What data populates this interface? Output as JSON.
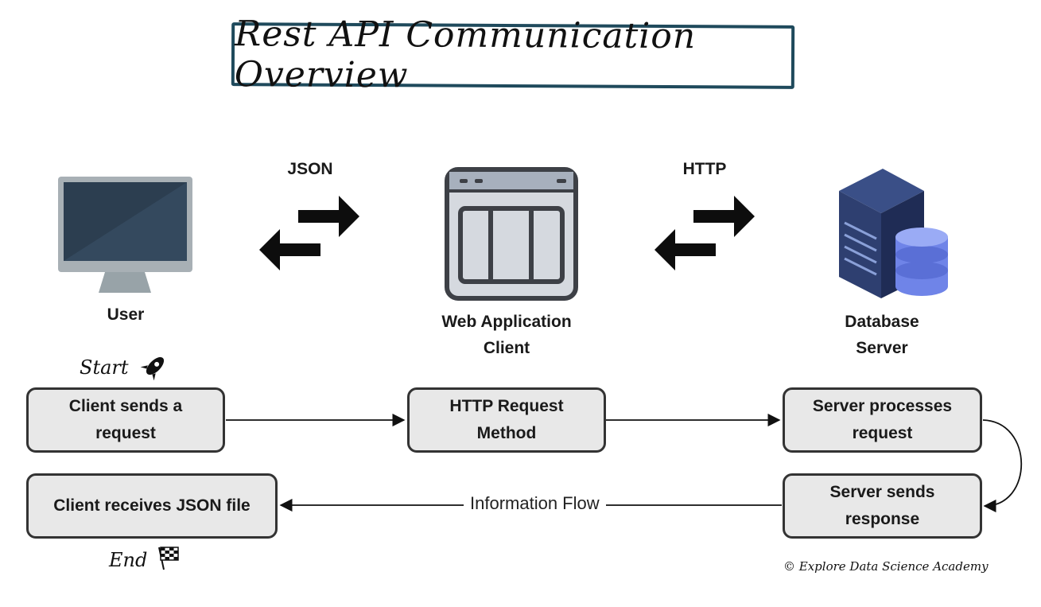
{
  "title": "Rest API Communication Overview",
  "nodes": {
    "user": "User",
    "web_app": [
      "Web Application",
      "Client"
    ],
    "db_server": [
      "Database",
      "Server"
    ]
  },
  "protocols": {
    "left": "JSON",
    "right": "HTTP"
  },
  "steps": {
    "client_sends": [
      "Client sends a",
      "request"
    ],
    "http_request": [
      "HTTP Request",
      "Method"
    ],
    "server_processes": [
      "Server processes",
      "request"
    ],
    "server_sends": [
      "Server sends",
      "response"
    ],
    "client_receives": "Client receives JSON file"
  },
  "start_label": "Start",
  "end_label": "End",
  "flow_label": "Information Flow",
  "copyright": "© Explore Data Science Academy",
  "icons": [
    "monitor-icon",
    "browser-window-icon",
    "server-rack-icon",
    "database-icon",
    "rocket-icon",
    "checkered-flag-icon",
    "swap-arrows-icon"
  ]
}
